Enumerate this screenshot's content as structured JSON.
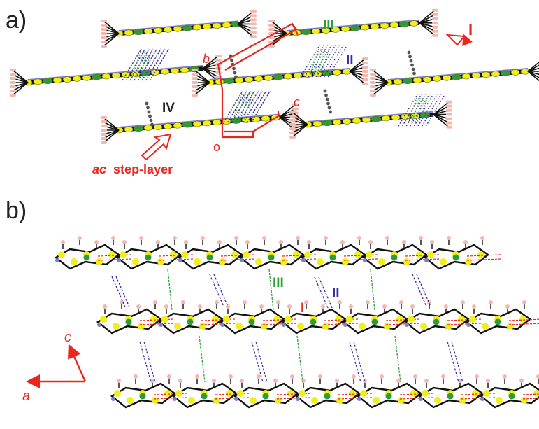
{
  "panels": {
    "a": {
      "label": "a)",
      "interactions": {
        "I": "I",
        "II": "II",
        "III": "III",
        "IV": "IV"
      },
      "axes": {
        "b": "b",
        "c": "c",
        "origin": "o"
      },
      "step_layer": {
        "prefix": "ac",
        "text": "step-layer"
      }
    },
    "b": {
      "label": "b)",
      "interactions": {
        "I": "I",
        "II": "II",
        "III": "III"
      },
      "axes": {
        "c": "c",
        "a": "a"
      }
    }
  },
  "colors": {
    "highlight": "#e8281e",
    "interaction_II": "#3c2fa0",
    "interaction_III": "#2f9e3a",
    "interaction_IV": "#222222",
    "sulfur": "#f2ee1c",
    "metal": "#2e9b3a",
    "nitrogen": "#7d7fd0",
    "hydrogen": "#f2b9b0",
    "carbon": "#111111"
  }
}
